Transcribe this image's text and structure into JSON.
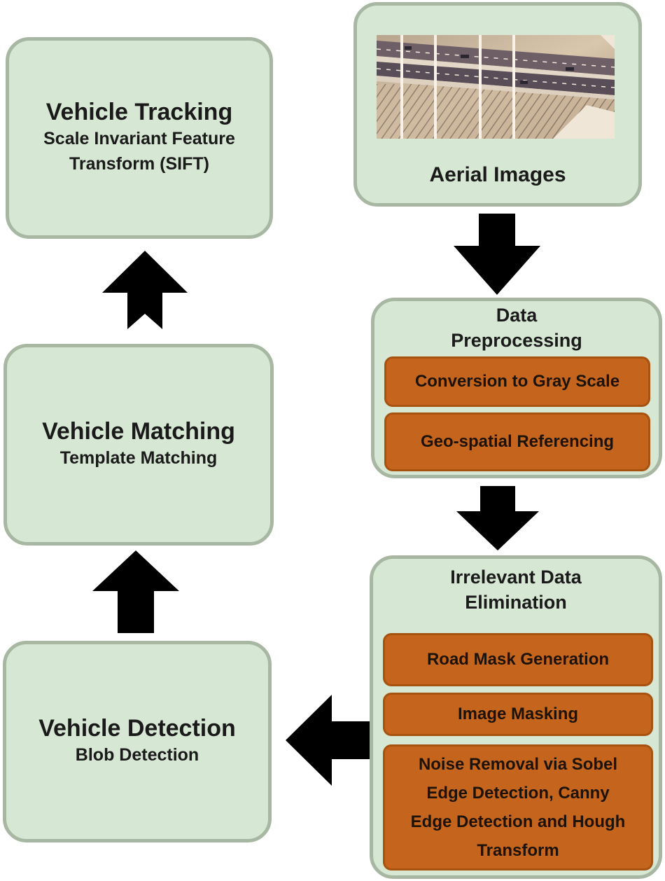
{
  "aerial": {
    "label": "Aerial Images"
  },
  "preprocessing": {
    "title_line1": "Data",
    "title_line2": "Preprocessing",
    "steps": [
      "Conversion to Gray Scale",
      "Geo-spatial Referencing"
    ]
  },
  "elimination": {
    "title_line1": "Irrelevant Data",
    "title_line2": "Elimination",
    "steps": [
      "Road Mask Generation",
      "Image Masking",
      [
        "Noise Removal via Sobel",
        "Edge Detection, Canny",
        "Edge Detection and Hough",
        "Transform"
      ]
    ]
  },
  "detection": {
    "title": "Vehicle Detection",
    "subtitle": "Blob Detection"
  },
  "matching": {
    "title": "Vehicle Matching",
    "subtitle": "Template Matching"
  },
  "tracking": {
    "title": "Vehicle Tracking",
    "subtitle_line1": "Scale Invariant Feature",
    "subtitle_line2": "Transform (SIFT)"
  },
  "colors": {
    "box_fill": "#d6e7d3",
    "box_border": "#a7b7a2",
    "step_fill": "#c5651d",
    "arrow": "#000000"
  }
}
